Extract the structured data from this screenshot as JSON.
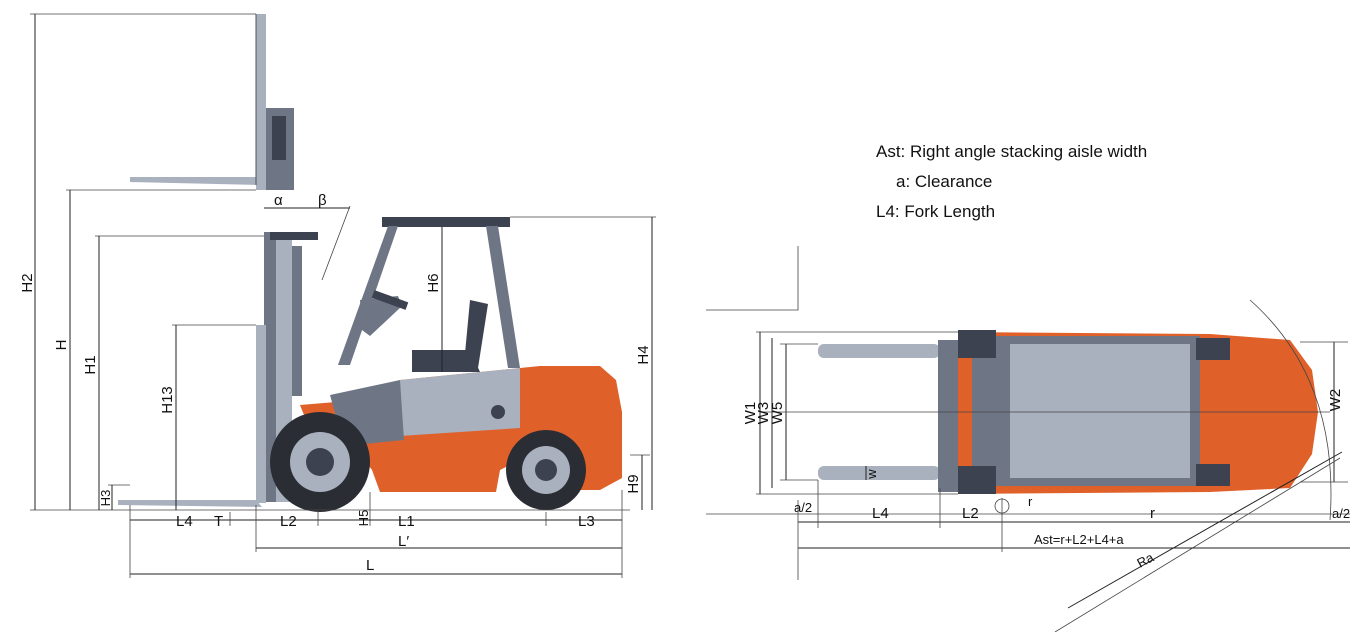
{
  "legend": {
    "ast": "Ast: Right angle stacking aisle width",
    "a": "a: Clearance",
    "l4": "L4: Fork Length"
  },
  "side_view": {
    "labels": {
      "H2": "H2",
      "H": "H",
      "H1": "H1",
      "H13": "H13",
      "H3": "H3",
      "H4": "H4",
      "H6": "H6",
      "H9": "H9",
      "H5": "H5",
      "alpha": "α",
      "beta": "β",
      "L4": "L4",
      "T": "T",
      "L2": "L2",
      "L1": "L1",
      "L3": "L3",
      "L_prime": "L′",
      "L": "L"
    }
  },
  "top_view": {
    "labels": {
      "W1": "W1",
      "W3": "W3",
      "W5": "W5",
      "W2": "W2",
      "w": "w",
      "a_half_left": "a/2",
      "L4": "L4",
      "L2": "L2",
      "r_small": "r",
      "r": "r",
      "a_half_right": "a/2",
      "ast_formula": "Ast=r+L2+L4+a",
      "Ra": "Ra"
    }
  },
  "colors": {
    "body": "#e0602a",
    "steel": "#6e7686",
    "light_steel": "#a9b0be",
    "tire": "#2a2d33"
  }
}
